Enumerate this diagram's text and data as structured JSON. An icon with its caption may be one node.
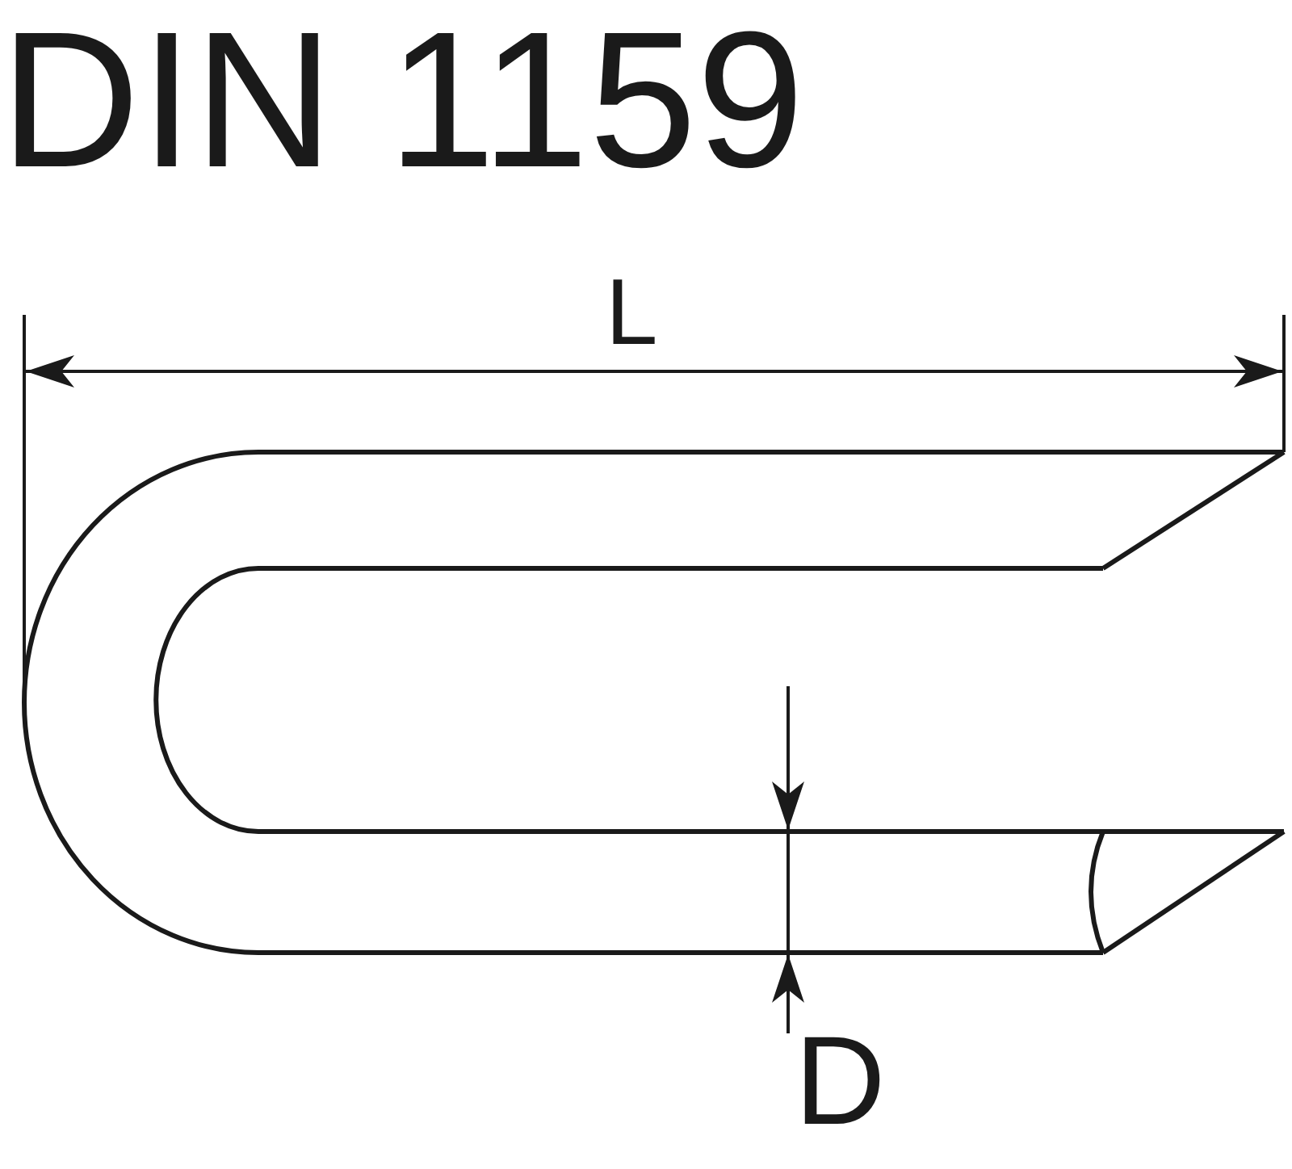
{
  "diagram": {
    "title": "DIN 1159",
    "labels": [
      "L",
      "D"
    ]
  }
}
